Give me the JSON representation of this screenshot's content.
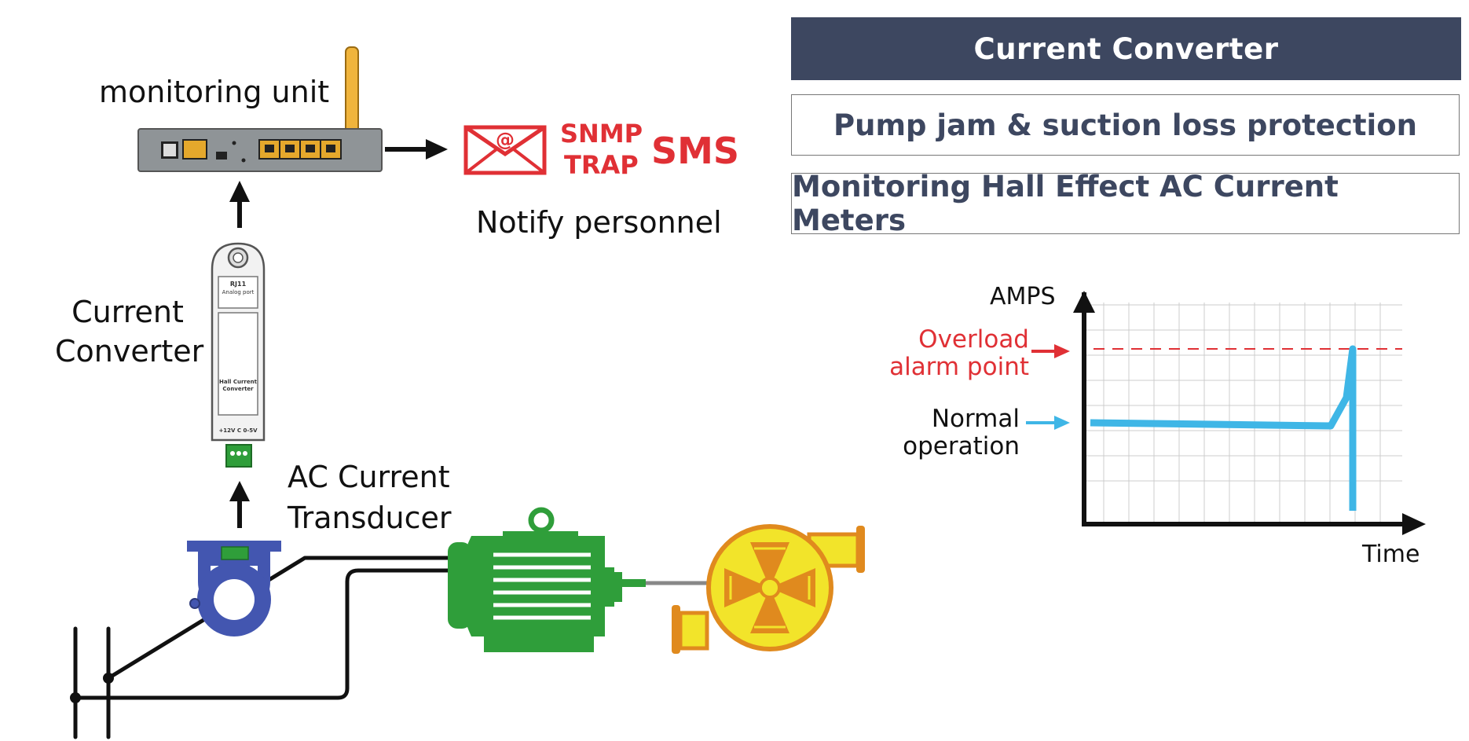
{
  "panel": {
    "title": "Current Converter",
    "feature1": "Pump jam & suction loss protection",
    "feature2": "Monitoring Hall Effect AC Current Meters"
  },
  "labels": {
    "monitoring_unit": "monitoring unit",
    "notify": "Notify personnel",
    "current_converter_line1": "Current",
    "current_converter_line2": "Converter",
    "transducer_line1": "AC Current",
    "transducer_line2": "Transducer",
    "snmp": "SNMP",
    "trap": "TRAP",
    "sms": "SMS",
    "email_at": "@",
    "device_port": "RJ11",
    "device_port_sub": "Analog port",
    "device_name1": "Hall Current",
    "device_name2": "Converter",
    "device_pins": "+12V  C  0-5V"
  },
  "graph": {
    "ylabel": "AMPS",
    "xlabel": "Time",
    "overload_line1": "Overload",
    "overload_line2": "alarm point",
    "normal_line1": "Normal",
    "normal_line2": "operation"
  },
  "colors": {
    "header_bg": "#3d4760",
    "header_text": "#ffffff",
    "box_text": "#3d4760",
    "alert_red": "#e03035",
    "current_blue": "#3fb6e6",
    "motor_green": "#2f9e3a",
    "transducer_blue": "#4356b0",
    "pump_yellow": "#f2e42a",
    "pump_orange": "#e08a1e",
    "antenna_gold": "#f0b43c"
  },
  "icons": {
    "email": "envelope-icon",
    "router": "router-icon",
    "motor": "motor-icon",
    "pump": "pump-icon",
    "transducer": "current-transducer-icon",
    "converter": "current-converter-icon"
  }
}
